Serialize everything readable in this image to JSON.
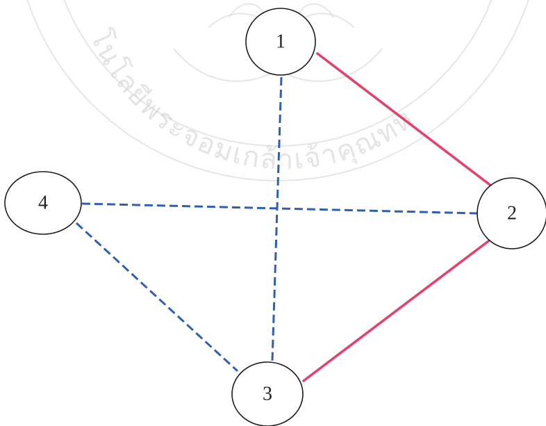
{
  "diagram": {
    "nodes": [
      {
        "id": "1",
        "label": "1"
      },
      {
        "id": "2",
        "label": "2"
      },
      {
        "id": "3",
        "label": "3"
      },
      {
        "id": "4",
        "label": "4"
      }
    ],
    "edges": [
      {
        "from": "1",
        "to": "2",
        "style": "solid",
        "color": "#e2426b"
      },
      {
        "from": "2",
        "to": "3",
        "style": "solid",
        "color": "#e2426b"
      },
      {
        "from": "1",
        "to": "3",
        "style": "dashed",
        "color": "#2f5fb3"
      },
      {
        "from": "4",
        "to": "2",
        "style": "dashed",
        "color": "#2f5fb3"
      },
      {
        "from": "4",
        "to": "3",
        "style": "dashed",
        "color": "#2f5fb3"
      }
    ]
  },
  "watermark": {
    "text": "โนโลยีพระจอมเกล้าเจ้าคุณทห",
    "color": "#d0d0d0"
  }
}
